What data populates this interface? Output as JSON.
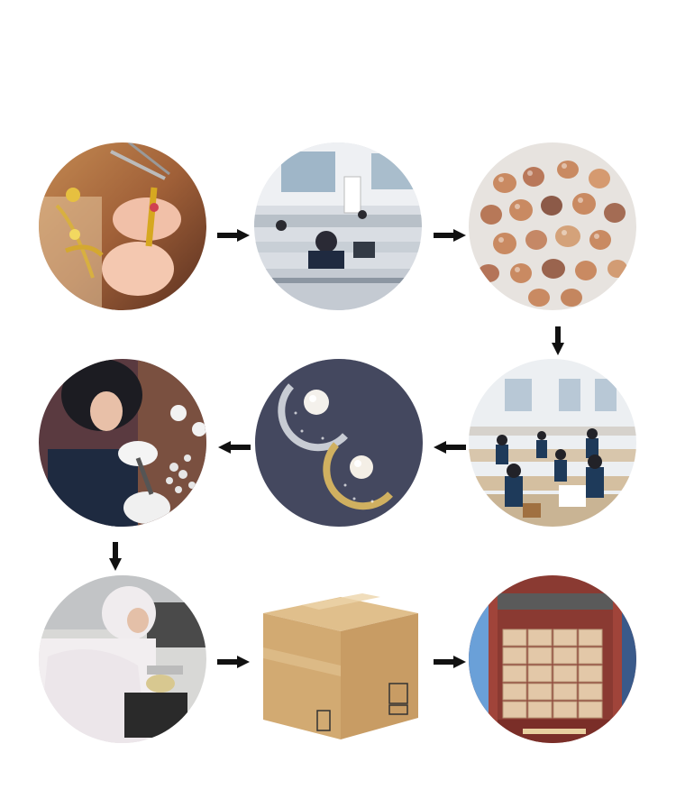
{
  "process": {
    "steps": [
      {
        "id": "design-handcraft",
        "image": "hands-assembling-gold-brooch-photo"
      },
      {
        "id": "office",
        "image": "office-workers-at-desks-photo"
      },
      {
        "id": "pearls",
        "image": "loose-pink-freshwater-pearls-photo"
      },
      {
        "id": "workshop",
        "image": "jewelry-workshop-assembly-line-photo"
      },
      {
        "id": "product",
        "image": "crescent-moon-pearl-brooches-photo"
      },
      {
        "id": "assembly",
        "image": "worker-with-pliers-and-pearl-settings-photo"
      },
      {
        "id": "quality-check",
        "image": "worker-in-cleanroom-suit-inspecting-photo"
      },
      {
        "id": "packing",
        "image": "cardboard-shipping-box-photo"
      },
      {
        "id": "shipping",
        "image": "shipping-container-loaded-with-cartons-photo"
      }
    ],
    "flow": [
      {
        "from": 0,
        "to": 1,
        "direction": "right"
      },
      {
        "from": 1,
        "to": 2,
        "direction": "right"
      },
      {
        "from": 2,
        "to": 3,
        "direction": "down"
      },
      {
        "from": 3,
        "to": 4,
        "direction": "left"
      },
      {
        "from": 4,
        "to": 5,
        "direction": "left"
      },
      {
        "from": 5,
        "to": 6,
        "direction": "down"
      },
      {
        "from": 6,
        "to": 7,
        "direction": "right"
      },
      {
        "from": 7,
        "to": 8,
        "direction": "right"
      }
    ],
    "colors": {
      "arrow": "#111111",
      "background": "#ffffff"
    }
  }
}
